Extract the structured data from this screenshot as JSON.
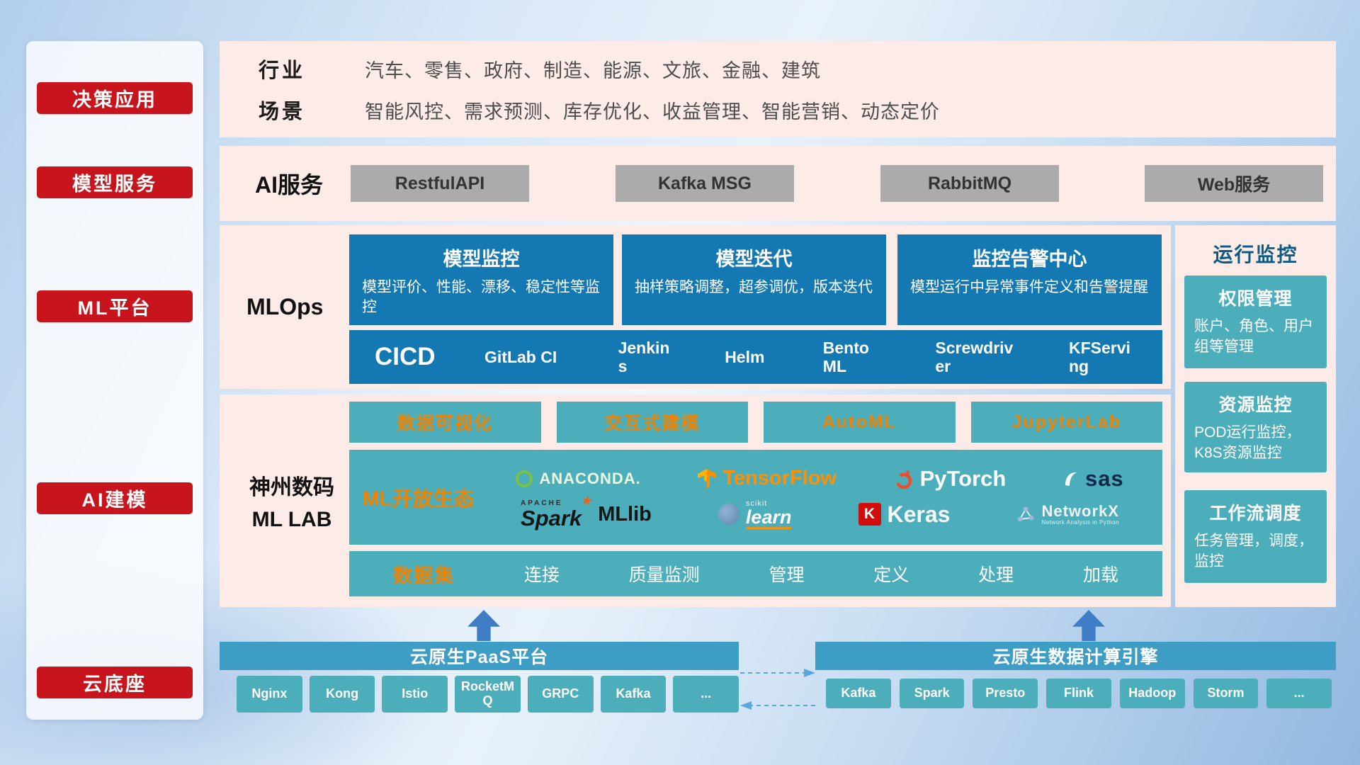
{
  "colors": {
    "red": "#c8151d",
    "pink": "#fcebe7",
    "blue": "#1478b3",
    "teal": "#4cadbb",
    "orange": "#f08300",
    "bar_blue": "#3d9dc5",
    "arrow_blue": "#3f7ec6"
  },
  "sidebar": {
    "items": [
      {
        "label": "决策应用"
      },
      {
        "label": "模型服务"
      },
      {
        "label": "ML平台"
      },
      {
        "label": "AI建模"
      },
      {
        "label": "云底座"
      }
    ]
  },
  "industry": {
    "rows": [
      {
        "label": "行业",
        "text": "汽车、零售、政府、制造、能源、文旅、金融、建筑"
      },
      {
        "label": "场景",
        "text": "智能风控、需求预测、库存优化、收益管理、智能营销、动态定价"
      }
    ]
  },
  "ai_service": {
    "label": "AI服务",
    "buttons": [
      {
        "label": "RestfulAPI"
      },
      {
        "label": "Kafka MSG"
      },
      {
        "label": "RabbitMQ"
      },
      {
        "label": "Web服务"
      }
    ]
  },
  "mlops": {
    "label": "MLOps",
    "cards": [
      {
        "title": "模型监控",
        "desc": "模型评价、性能、漂移、稳定性等监控"
      },
      {
        "title": "模型迭代",
        "desc": "抽样策略调整，超参调优，版本迭代"
      },
      {
        "title": "监控告警中心",
        "desc": "模型运行中异常事件定义和告警提醒"
      }
    ],
    "cicd_label": "CICD",
    "cicd_tools": [
      {
        "name": "GitLab CI"
      },
      {
        "name": "Jenkins"
      },
      {
        "name": "Helm"
      },
      {
        "name": "BentoML"
      },
      {
        "name": "Screwdriver"
      },
      {
        "name": "KFServing"
      }
    ]
  },
  "monitor": {
    "title": "运行监控",
    "cards": [
      {
        "title": "权限管理",
        "desc": "账户、角色、用户组等管理"
      },
      {
        "title": "资源监控",
        "desc": "POD运行监控，K8S资源监控"
      },
      {
        "title": "工作流调度",
        "desc": "任务管理，调度，监控"
      }
    ]
  },
  "mllab": {
    "label_line1": "神州数码",
    "label_line2": "ML LAB",
    "tools": [
      {
        "label": "数据可视化"
      },
      {
        "label": "交互式建模"
      },
      {
        "label": "AutoML"
      },
      {
        "label": "JupyterLab"
      }
    ],
    "eco_label": "ML开放生态",
    "logos": {
      "anaconda": "ANACONDA.",
      "tensorflow": "TensorFlow",
      "pytorch": "PyTorch",
      "sas": "sas",
      "apache": "APACHE",
      "spark": "Spark",
      "mllib": "MLlib",
      "scikit": "scikit",
      "learn": "learn",
      "keras_k": "K",
      "keras": "Keras",
      "networkx": "NetworkX",
      "networkx_sub": "Network Analysis in Python"
    },
    "dataset": {
      "label": "数据集",
      "items": [
        {
          "name": "连接"
        },
        {
          "name": "质量监测"
        },
        {
          "name": "管理"
        },
        {
          "name": "定义"
        },
        {
          "name": "处理"
        },
        {
          "name": "加载"
        }
      ]
    }
  },
  "bottom": {
    "paas_title": "云原生PaaS平台",
    "paas_chips": [
      {
        "name": "Nginx"
      },
      {
        "name": "Kong"
      },
      {
        "name": "Istio"
      },
      {
        "name": "RocketMQ"
      },
      {
        "name": "GRPC"
      },
      {
        "name": "Kafka"
      },
      {
        "name": "..."
      }
    ],
    "engine_title": "云原生数据计算引擎",
    "engine_chips": [
      {
        "name": "Kafka"
      },
      {
        "name": "Spark"
      },
      {
        "name": "Presto"
      },
      {
        "name": "Flink"
      },
      {
        "name": "Hadoop"
      },
      {
        "name": "Storm"
      },
      {
        "name": "..."
      }
    ]
  }
}
